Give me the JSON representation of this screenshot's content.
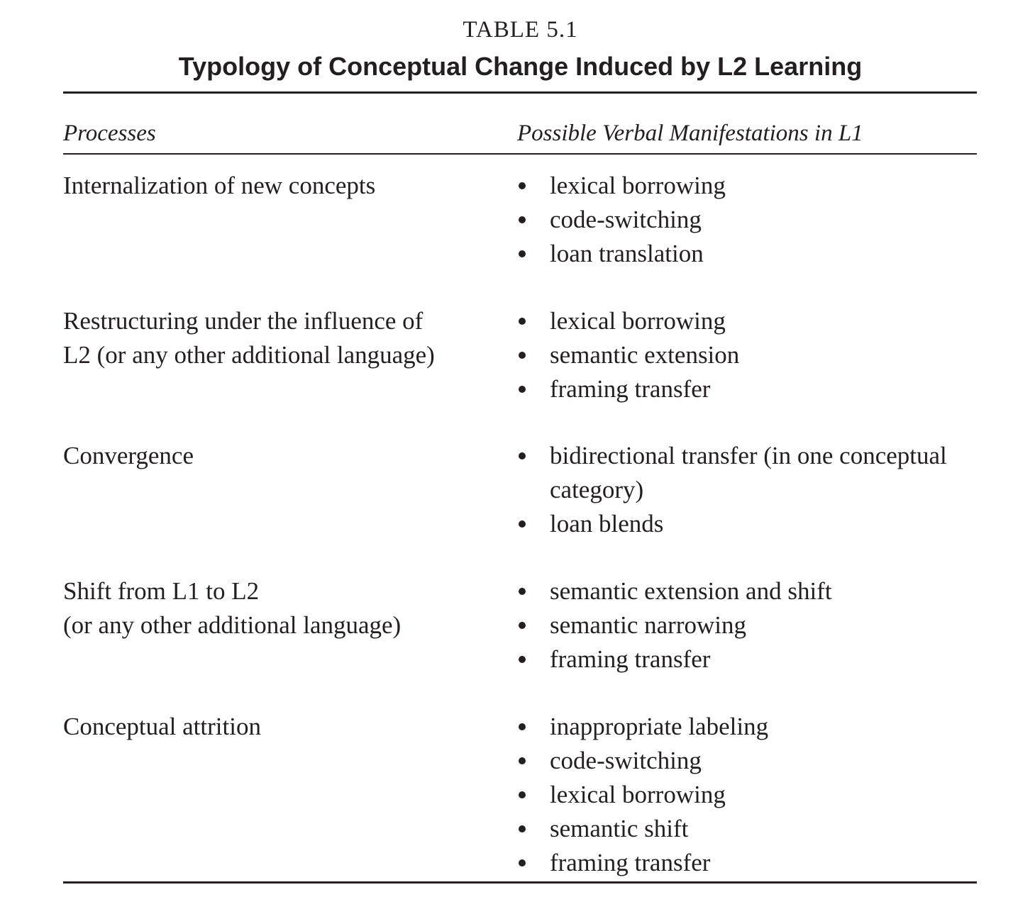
{
  "table": {
    "number": "TABLE 5.1",
    "title": "Typology of Conceptual Change Induced by L2 Learning",
    "headers": [
      "Processes",
      "Possible Verbal Manifestations in L1"
    ],
    "rows": [
      {
        "process": "Internalization of new concepts",
        "manifestations": [
          "lexical borrowing",
          "code-switching",
          "loan translation"
        ]
      },
      {
        "process": "Restructuring under the influence of\nL2 (or any other additional language)",
        "manifestations": [
          "lexical borrowing",
          "semantic extension",
          "framing transfer"
        ]
      },
      {
        "process": "Convergence",
        "manifestations": [
          "bidirectional transfer (in one conceptual category)",
          "loan blends"
        ]
      },
      {
        "process": "Shift from L1 to L2\n(or any other additional language)",
        "manifestations": [
          "semantic extension and shift",
          "semantic narrowing",
          "framing transfer"
        ]
      },
      {
        "process": "Conceptual attrition",
        "manifestations": [
          "inappropriate labeling",
          "code-switching",
          "lexical borrowing",
          "semantic shift",
          "framing transfer"
        ]
      }
    ]
  }
}
